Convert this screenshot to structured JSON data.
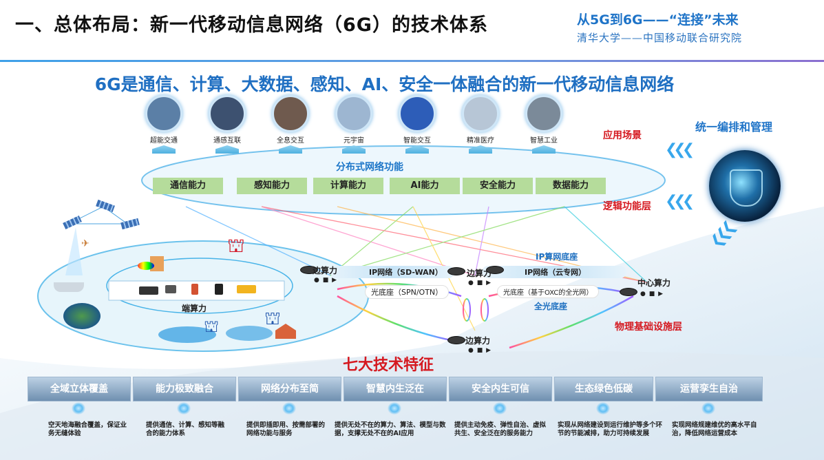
{
  "header": {
    "title": "一、总体布局：新一代移动信息网络（6G）的技术体系",
    "tag_title": "从5G到6G——“连接”未来",
    "tag_subtitle": "清华大学——中国移动联合研究院"
  },
  "headline": "6G是通信、计算、大数据、感知、AI、安全一体融合的新一代移动信息网络",
  "apps": [
    {
      "label": "超能交通",
      "color": "#5b7fa6"
    },
    {
      "label": "通感互联",
      "color": "#3d5170"
    },
    {
      "label": "全息交互",
      "color": "#6f5a4e"
    },
    {
      "label": "元宇宙",
      "color": "#9db6d1"
    },
    {
      "label": "智能交互",
      "color": "#2d5db8"
    },
    {
      "label": "精准医疗",
      "color": "#b7c6d6"
    },
    {
      "label": "智慧工业",
      "color": "#7b8a99"
    }
  ],
  "layers": {
    "app_scene": "应用场景",
    "logic": "逻辑功能层",
    "physical": "物理基础设施层",
    "unified": "统一编排和管理"
  },
  "distributed": {
    "title": "分布式网络功能",
    "capabilities": [
      "通信能力",
      "感知能力",
      "计算能力",
      "AI能力",
      "安全能力",
      "数据能力"
    ]
  },
  "network": {
    "ip_base": "IP算网底座",
    "optical_base": "全光底座",
    "edge1": "边算力",
    "edge2": "边算力",
    "edge3": "边算力",
    "center": "中心算力",
    "terminal": "端算力",
    "link_ip_sdwan": "IP网络（SD-WAN）",
    "link_optical_spn": "光底座（SPN/OTN）",
    "link_ip_cloud": "IP网络（云专网）",
    "link_optical_oxc": "光底座（基于OXC的全光网）",
    "legend_dots": "●  ■  ▶"
  },
  "seven_title": "七大技术特征",
  "features": [
    {
      "name": "全域立体覆盖",
      "desc": "空天地海融合覆盖，保证业务无缝体验"
    },
    {
      "name": "能力极致融合",
      "desc": "提供通信、计算、感知等融合的能力体系"
    },
    {
      "name": "网络分布至简",
      "desc": "提供即插即用、按需部署的网络功能与服务"
    },
    {
      "name": "智慧内生泛在",
      "desc": "提供无处不在的算力、算法、模型与数据，支撑无处不在的AI应用"
    },
    {
      "name": "安全内生可信",
      "desc": "提供主动免疫、弹性自治、虚拟共生、安全泛在的服务能力"
    },
    {
      "name": "生态绿色低碳",
      "desc": "实现从网络建设到运行维护等多个环节的节能减排，助力可持续发展"
    },
    {
      "name": "运营孪生自治",
      "desc": "实现网络规建维优的高水平自治，降低网络运营成本"
    }
  ]
}
